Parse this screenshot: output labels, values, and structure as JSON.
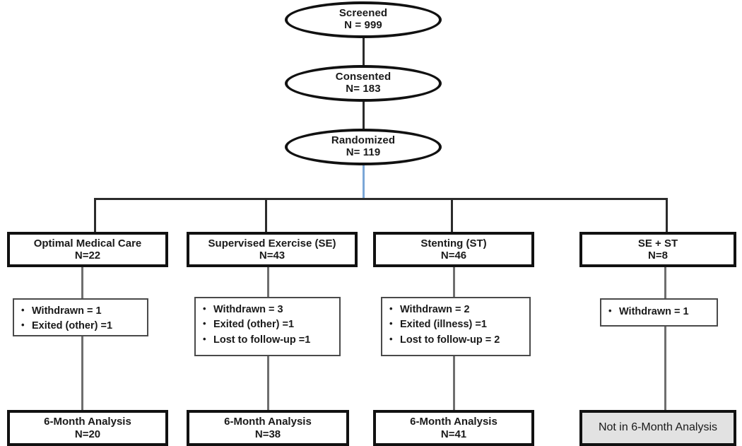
{
  "diagram": {
    "title": "CONSORT participant flow diagram",
    "colors": {
      "node_border": "#111111",
      "detail_border": "#4a4a4a",
      "connector_dark": "#2b2b2b",
      "connector_gray": "#6e6e6e",
      "connector_blue": "#7ba7d7",
      "excluded_fill": "#e2e2e2",
      "background": "#ffffff"
    },
    "enrollment": [
      {
        "id": "screened",
        "shape": "ellipse",
        "label": "Screened",
        "count": "N = 999"
      },
      {
        "id": "consented",
        "shape": "ellipse",
        "label": "Consented",
        "count": "N= 183"
      },
      {
        "id": "randomized",
        "shape": "ellipse",
        "label": "Randomized",
        "count": "N= 119"
      }
    ],
    "arms": [
      {
        "id": "optimal-medical-care",
        "label": "Optimal Medical Care",
        "count": "N=22",
        "attrition": [
          "Withdrawn = 1",
          "Exited (other) =1"
        ],
        "analysis": {
          "label": "6-Month Analysis",
          "count": "N=20",
          "excluded": false
        }
      },
      {
        "id": "supervised-exercise",
        "label": "Supervised Exercise (SE)",
        "count": "N=43",
        "attrition": [
          "Withdrawn = 3",
          "Exited (other) =1",
          "Lost to follow-up =1"
        ],
        "analysis": {
          "label": "6-Month Analysis",
          "count": "N=38",
          "excluded": false
        }
      },
      {
        "id": "stenting",
        "label": "Stenting (ST)",
        "count": "N=46",
        "attrition": [
          "Withdrawn =  2",
          "Exited (illness) =1",
          "Lost to follow-up = 2"
        ],
        "analysis": {
          "label": "6-Month Analysis",
          "count": "N=41",
          "excluded": false
        }
      },
      {
        "id": "se-plus-st",
        "label": "SE + ST",
        "count": "N=8",
        "attrition": [
          "Withdrawn = 1"
        ],
        "analysis": {
          "label": "Not in 6-Month Analysis",
          "count": "",
          "excluded": true
        }
      }
    ]
  }
}
